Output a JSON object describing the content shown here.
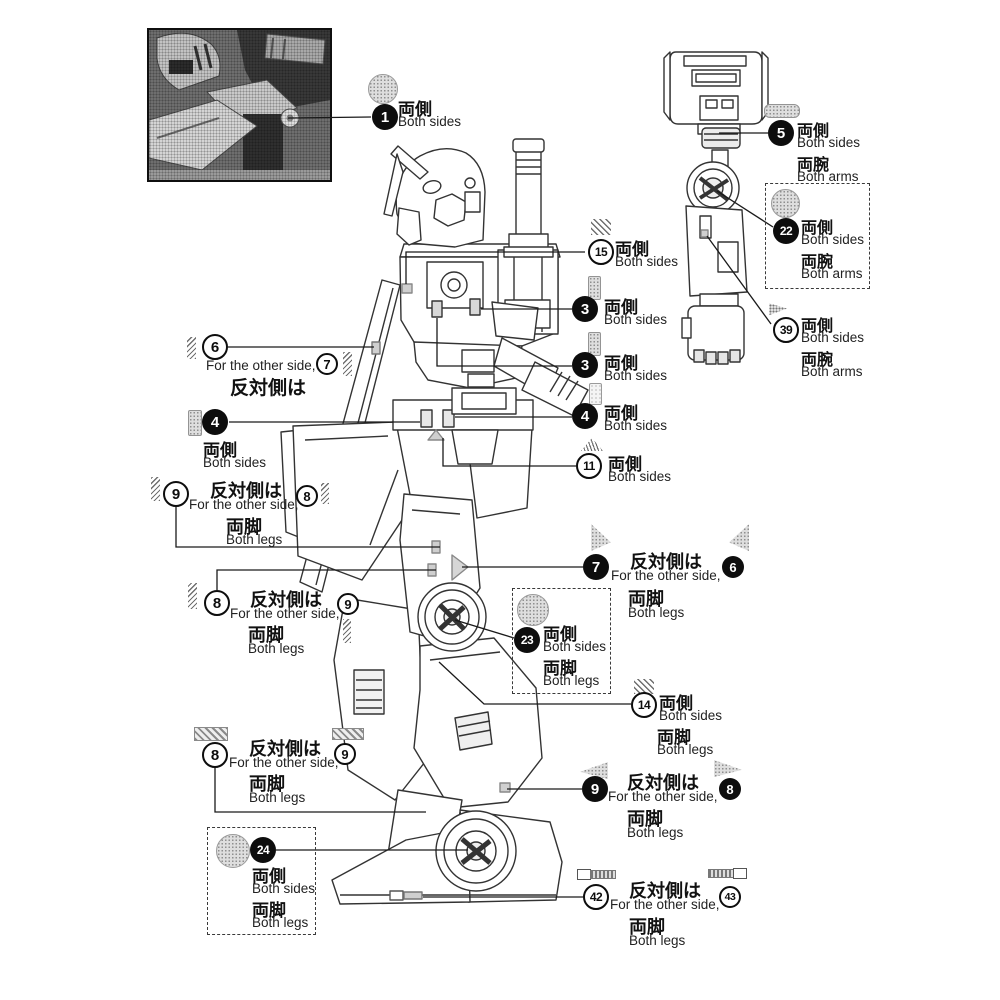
{
  "document": {
    "type": "model-kit-sticker-placement-diagram",
    "language": "ja-en",
    "accent_black": "#0d0d0d",
    "sticker_gray": "#dedede"
  },
  "labels": {
    "both_sides_jp": "両側",
    "both_sides_en": "Both sides",
    "both_legs_jp": "両脚",
    "both_legs_en": "Both legs",
    "both_arms_jp": "両腕",
    "both_arms_en": "Both arms",
    "other_side_jp": "反対側は",
    "other_side_en": "For the other side,"
  },
  "callouts": [
    {
      "num": "1",
      "l1jp": "両側",
      "l1en": "Both sides",
      "icon": "gray-circle-sticker"
    },
    {
      "num": "15",
      "l1jp": "両側",
      "l1en": "Both sides",
      "icon": "diagonal-hatch-sticker"
    },
    {
      "num": "3",
      "l1jp": "両側",
      "l1en": "Both sides",
      "icon": "gray-rect-sticker"
    },
    {
      "num": "3",
      "l1jp": "両側",
      "l1en": "Both sides",
      "icon": "gray-rect-sticker"
    },
    {
      "num": "4",
      "l1jp": "両側",
      "l1en": "Both sides",
      "icon": "outline-rect-sticker"
    },
    {
      "num": "11",
      "l1jp": "両側",
      "l1en": "Both sides",
      "icon": "fan-hatch-sticker"
    },
    {
      "num": "6",
      "ref": "7",
      "l1en": "For the other side,",
      "l1jp": "反対側は",
      "icon": "hatch-strip-sticker"
    },
    {
      "num": "4",
      "l1jp": "両側",
      "l1en": "Both sides",
      "icon": "gray-rect-sticker"
    },
    {
      "num": "9",
      "ref": "8",
      "l1jp": "反対側は",
      "l1en": "For the other side,",
      "l2jp": "両脚",
      "l2en": "Both legs",
      "icon": "hatch-strip-sticker"
    },
    {
      "num": "8",
      "ref": "9",
      "l1jp": "反対側は",
      "l1en": "For the other side,",
      "l2jp": "両脚",
      "l2en": "Both legs",
      "icon": "hatch-strip-sticker"
    },
    {
      "num": "7",
      "ref": "6",
      "l1jp": "反対側は",
      "l1en": "For the other side,",
      "l2jp": "両脚",
      "l2en": "Both legs",
      "icon": "gray-triangle-sticker"
    },
    {
      "num": "23",
      "l1jp": "両側",
      "l1en": "Both sides",
      "l2jp": "両脚",
      "l2en": "Both legs",
      "icon": "gray-circle-sticker"
    },
    {
      "num": "14",
      "l1jp": "両側",
      "l1en": "Both sides",
      "l2jp": "両脚",
      "l2en": "Both legs",
      "icon": "diagonal-hatch-sticker"
    },
    {
      "num": "9",
      "ref": "8",
      "l1jp": "反対側は",
      "l1en": "For the other side,",
      "l2jp": "両脚",
      "l2en": "Both legs",
      "icon": "gray-triangle-sticker"
    },
    {
      "num": "8",
      "ref": "9",
      "l1jp": "反対側は",
      "l1en": "For the other side,",
      "l2jp": "両脚",
      "l2en": "Both legs",
      "icon": "caution-strip-sticker"
    },
    {
      "num": "24",
      "l1jp": "両側",
      "l1en": "Both sides",
      "l2jp": "両脚",
      "l2en": "Both legs",
      "icon": "gray-circle-sticker"
    },
    {
      "num": "42",
      "ref": "43",
      "l1jp": "反対側は",
      "l1en": "For the other side,",
      "l2jp": "両脚",
      "l2en": "Both legs",
      "icon": "tread-strip-sticker"
    },
    {
      "num": "5",
      "l1jp": "両側",
      "l1en": "Both sides",
      "l2jp": "両腕",
      "l2en": "Both arms",
      "icon": "gray-bar-sticker"
    },
    {
      "num": "22",
      "l1jp": "両側",
      "l1en": "Both sides",
      "l2jp": "両腕",
      "l2en": "Both arms",
      "icon": "gray-circle-sticker"
    },
    {
      "num": "39",
      "l1jp": "両側",
      "l1en": "Both sides",
      "l2jp": "両腕",
      "l2en": "Both arms",
      "icon": "spray-sticker"
    }
  ]
}
